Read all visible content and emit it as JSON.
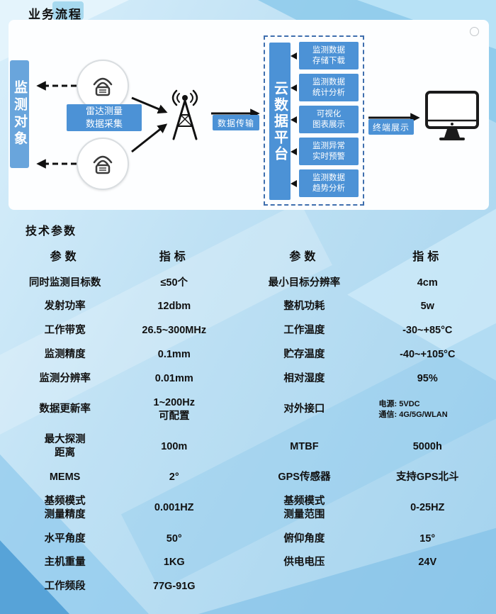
{
  "colors": {
    "accent_blue": "#4c92d6",
    "bar_blue": "#69a5dc",
    "background_blue": "#bcdef2"
  },
  "sections": {
    "flow_title": "业务流程",
    "params_title": "技术参数"
  },
  "flow": {
    "monitored_objects_label": "监测对象",
    "radar_collect_label": "雷达测量\n数据采集",
    "data_transfer_label": "数据传输",
    "cloud_platform_label": "云数据平台",
    "cloud_items": [
      "监测数据\n存储下载",
      "监测数据\n统计分析",
      "可视化\n图表展示",
      "监测异常\n实时预警",
      "监测数据\n趋势分析"
    ],
    "terminal_display_label": "终端展示"
  },
  "params_table": {
    "headers": [
      "参数",
      "指标",
      "参数",
      "指标"
    ],
    "rows": [
      [
        "同时监测目标数",
        "≤50个",
        "最小目标分辨率",
        "4cm"
      ],
      [
        "发射功率",
        "12dbm",
        "整机功耗",
        "5w"
      ],
      [
        "工作带宽",
        "26.5~300MHz",
        "工作温度",
        "-30~+85°C"
      ],
      [
        "监测精度",
        "0.1mm",
        "贮存温度",
        "-40~+105°C"
      ],
      [
        "监测分辨率",
        "0.01mm",
        "相对湿度",
        "95%"
      ],
      [
        "数据更新率",
        "1~200Hz\n可配置",
        "对外接口",
        "电源: 5VDC\n通信: 4G/5G/WLAN"
      ],
      [
        "最大探测\n距离",
        "100m",
        "MTBF",
        "5000h"
      ],
      [
        "MEMS",
        "2°",
        "GPS传感器",
        "支持GPS北斗"
      ],
      [
        "基频模式\n测量精度",
        "0.001HZ",
        "基频模式\n测量范围",
        "0-25HZ"
      ],
      [
        "水平角度",
        "50°",
        "俯仰角度",
        "15°"
      ],
      [
        "主机重量",
        "1KG",
        "供电电压",
        "24V"
      ],
      [
        "工作频段",
        "77G-91G",
        "",
        ""
      ]
    ]
  }
}
